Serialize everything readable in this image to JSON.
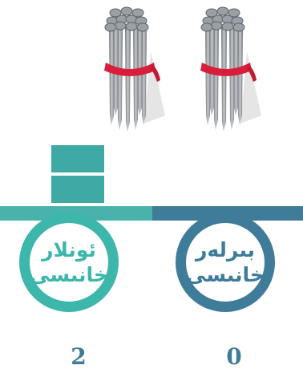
{
  "items": {
    "left_bundle_icon": "nail-bundle",
    "right_bundle_icon": "nail-bundle"
  },
  "teams": [
    {
      "name_line1": "ئونلار",
      "name_line2": "خانىسى",
      "score": "2",
      "blocks": 2,
      "color": "#3db6ab"
    },
    {
      "name_line1": "بىرلەر",
      "name_line2": "خانىسى",
      "score": "0",
      "blocks": 0,
      "color": "#3f7c9a"
    }
  ]
}
